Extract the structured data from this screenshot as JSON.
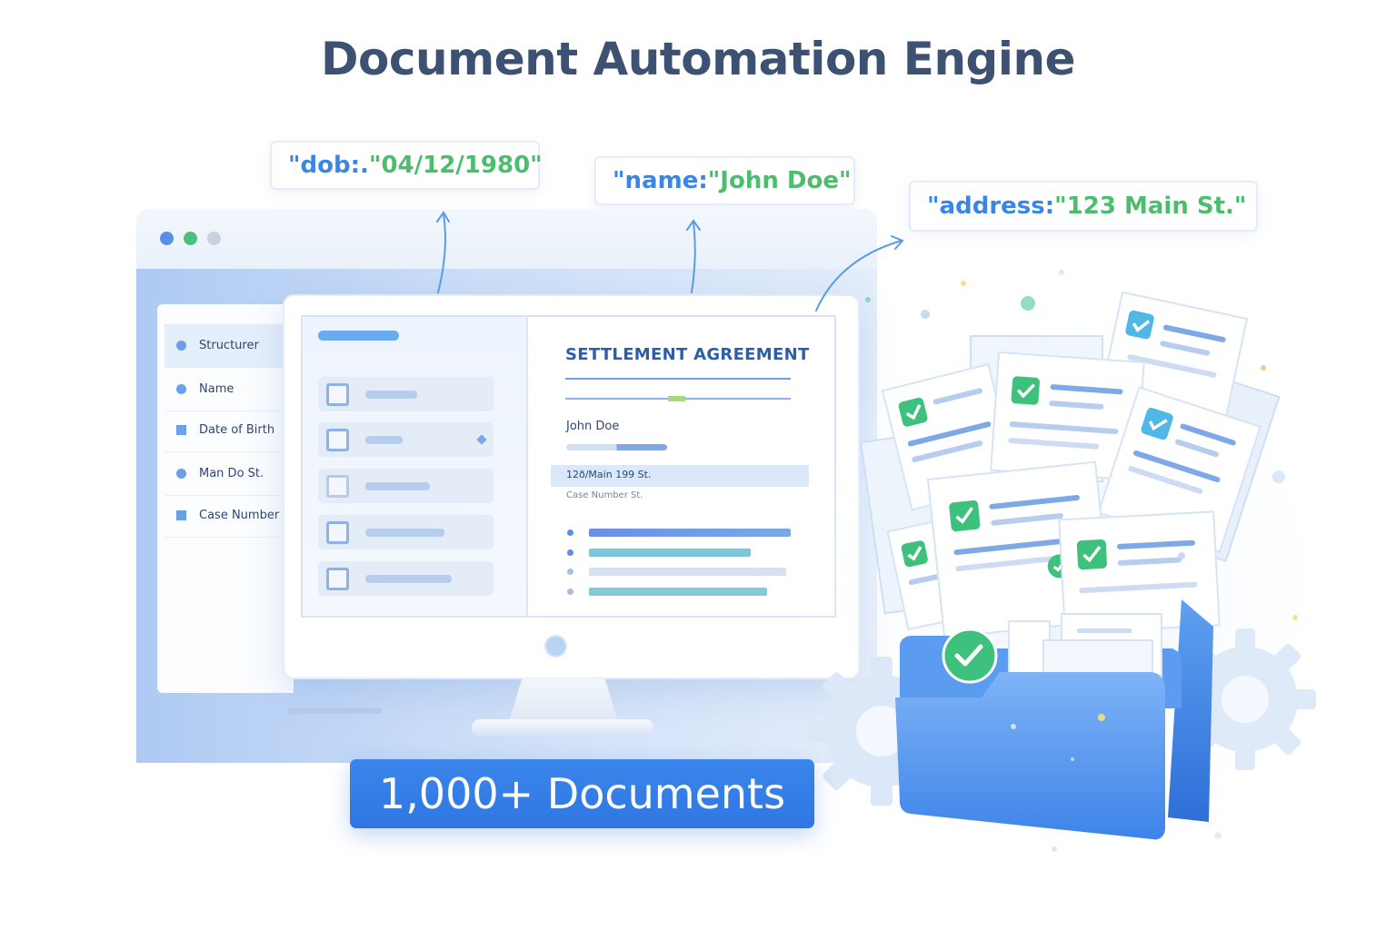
{
  "title": "Document Automation Engine",
  "tags": {
    "dob": {
      "key": "\"dob:.",
      "value": " \"04/12/1980\""
    },
    "name": {
      "key": "\"name:",
      "value": " \"John Doe\""
    },
    "address": {
      "key": "\"address:",
      "value": " \"123 Main St.\""
    }
  },
  "sidebar": {
    "items": [
      {
        "label": "Structurer"
      },
      {
        "label": "Name"
      },
      {
        "label": "Date of Birth"
      },
      {
        "label": "Man Do St."
      },
      {
        "label": "Case Number"
      }
    ]
  },
  "document": {
    "title": "SETTLEMENT AGREEMENT",
    "name": "John Doe",
    "address": "12ð/Main 199 St.",
    "case": "Case Number St."
  },
  "badge": "1,000+ Documents",
  "colors": {
    "accent_blue": "#3a86e6",
    "accent_green": "#4cbd6c",
    "title": "#3d5273",
    "badge_bg": "#3480e8",
    "check_green": "#39c07a"
  },
  "icons": [
    "arrow-up-icon",
    "checkbox-icon",
    "check-icon",
    "folder-icon",
    "gear-icon",
    "window-dot-icon"
  ]
}
